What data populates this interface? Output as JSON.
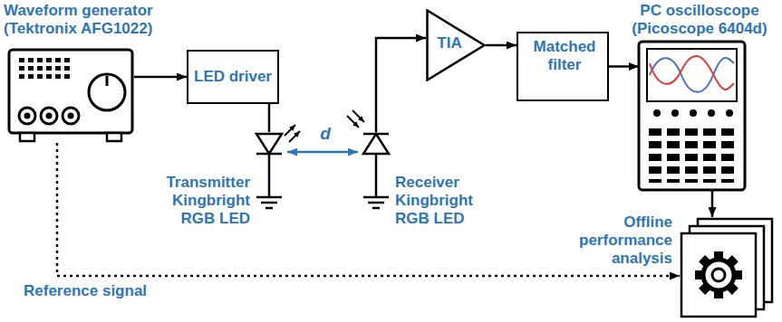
{
  "diagram": {
    "nodes": [
      {
        "text": [
          "Waveform generator (Tektronix AFG1022)"
        ]
      },
      {
        "text": [
          "LED driver"
        ]
      },
      {
        "text": [
          "Transmitter Kingbright RGB LED"
        ]
      },
      {
        "text": [
          "Receiver Kingbright RGB LED"
        ]
      },
      {
        "text": [
          "TIA"
        ]
      },
      {
        "text": [
          "Matched filter"
        ]
      },
      {
        "text": [
          "PC oscilloscope (Picoscope 6404d)"
        ]
      },
      {
        "text": [
          "Offline performance analysis"
        ]
      }
    ],
    "edges": [
      {
        "from": 0,
        "to": 1,
        "arrow": "to"
      },
      {
        "from": 1,
        "to": 2,
        "arrow": "none"
      },
      {
        "from": 2,
        "to": 3,
        "label": "d",
        "arrow": "both"
      },
      {
        "from": 3,
        "to": 4,
        "arrow": "to"
      },
      {
        "from": 4,
        "to": 5,
        "arrow": "to"
      },
      {
        "from": 5,
        "to": 6,
        "arrow": "to"
      },
      {
        "from": 6,
        "to": 7,
        "arrow": "to"
      },
      {
        "from": 0,
        "to": 7,
        "label": "Reference signal",
        "arrow": "to"
      }
    ]
  }
}
